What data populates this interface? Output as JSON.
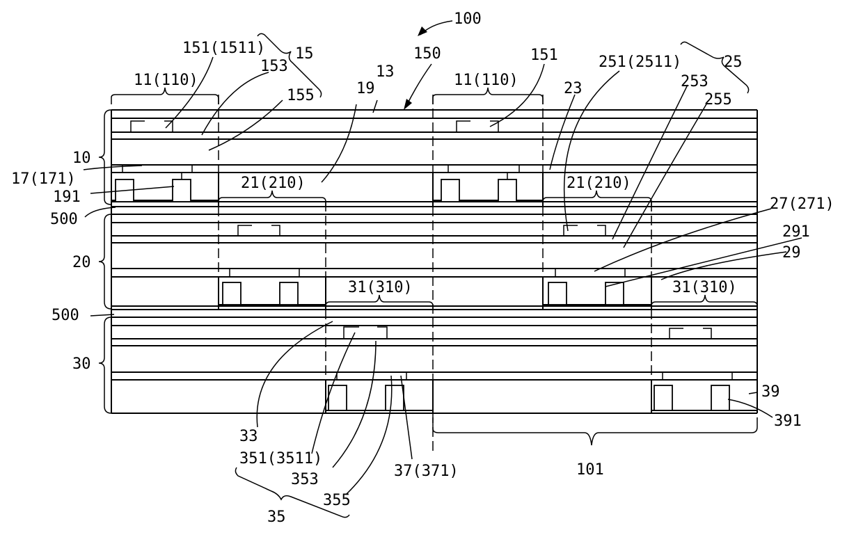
{
  "labels": {
    "l100": "100",
    "l151_1511": "151(1511)",
    "l15": "15",
    "l153": "153",
    "l150": "150",
    "l13": "13",
    "l11_110_a": "11(110)",
    "l11_110_b": "11(110)",
    "l151": "151",
    "l251_2511": "251(2511)",
    "l25": "25",
    "l253": "253",
    "l255": "255",
    "l155": "155",
    "l19": "19",
    "l23": "23",
    "l10": "10",
    "l17_171": "17(171)",
    "l191": "191",
    "l21_210_a": "21(210)",
    "l21_210_b": "21(210)",
    "l500_a": "500",
    "l27_271": "27(271)",
    "l291": "291",
    "l20": "20",
    "l29": "29",
    "l31_310_a": "31(310)",
    "l31_310_b": "31(310)",
    "l500_b": "500",
    "l30": "30",
    "l39": "39",
    "l391": "391",
    "l33": "33",
    "l351_3511": "351(3511)",
    "l353": "353",
    "l37_371": "37(371)",
    "l101": "101",
    "l355": "355",
    "l35": "35"
  }
}
